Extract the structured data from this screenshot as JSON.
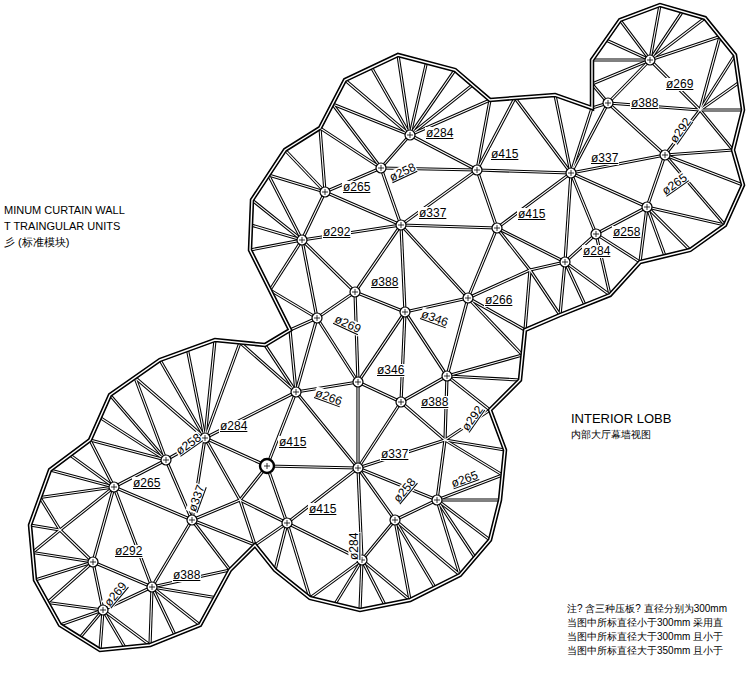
{
  "diagram": {
    "labels": [
      "MINUM CURTAIN WALL",
      "T TRAINGULAR UNITS",
      "彡 (标准模块)",
      "ø284",
      "ø415",
      "ø258",
      "ø265",
      "ø337",
      "ø292",
      "ø415",
      "ø269",
      "ø388",
      "ø337",
      "ø292",
      "ø265",
      "ø258",
      "ø284",
      "ø388",
      "ø266",
      "ø269",
      "ø346",
      "ø346",
      "ø266",
      "ø388",
      "ø292",
      "ø284",
      "ø258",
      "ø415",
      "ø337",
      "ø265",
      "ø265",
      "ø337",
      "ø415",
      "ø258",
      "ø284",
      "ø292",
      "ø269",
      "ø388",
      "INTERIOR LOBB",
      "内部大厅幕墙视图",
      "注? 含三种压板? 直径分别为300mm",
      "当图中所标直径小于300mm 采用直",
      "当图中所标直径大于300mm 且小于",
      "当图中所标直径大于350mm 且小于"
    ]
  }
}
